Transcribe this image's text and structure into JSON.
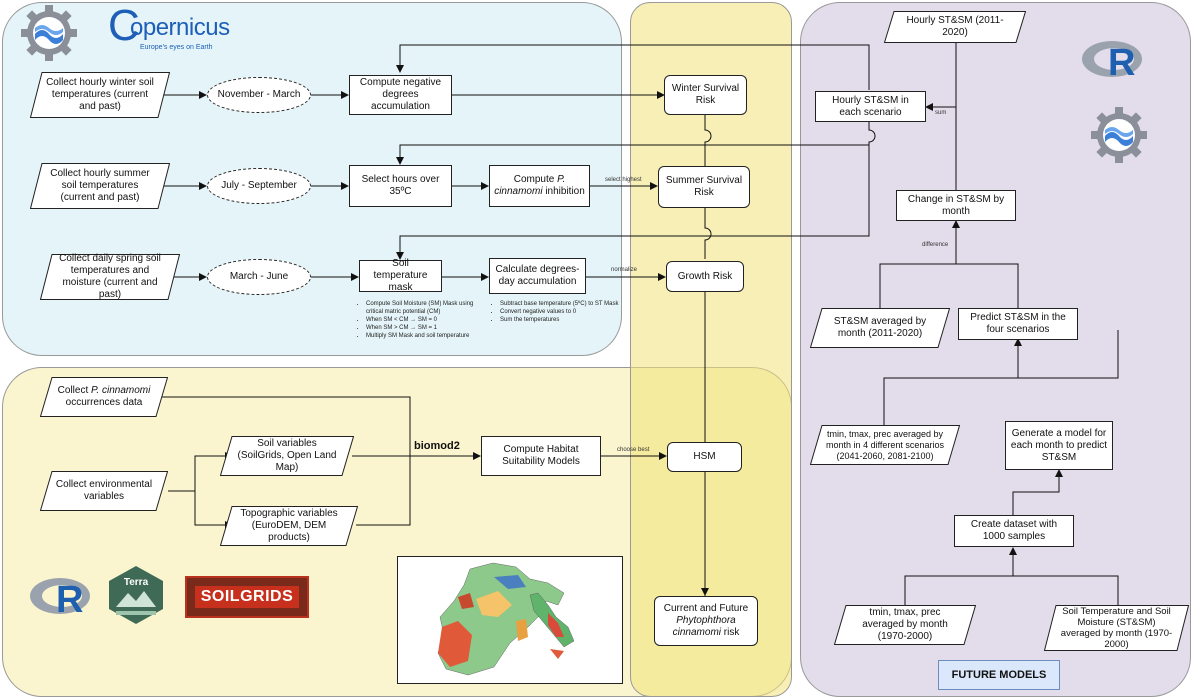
{
  "colors": {
    "panel_blue": "#e4f4f8",
    "panel_yellow": "#fbf5cf",
    "panel_yellow_strip": "#f5eb9c",
    "panel_purple": "#e3dcea",
    "future_box": "#dbe8fb"
  },
  "logos": {
    "copernicus_name": "opernicus",
    "copernicus_letter": "C",
    "copernicus_tagline": "Europe's eyes on Earth",
    "terra": "Terra",
    "soilgrids": "SOILGRIDS",
    "r_letter": "R"
  },
  "left_flow": {
    "winter_input": "Collect hourly winter soil temperatures (current and past)",
    "winter_period": "November - March",
    "winter_compute": "Compute negative degrees accumulation",
    "summer_input": "Collect hourly summer soil temperatures (current and past)",
    "summer_period": "July - September",
    "summer_select": "Select hours over 35ºC",
    "summer_compute_pre": "Compute ",
    "summer_compute_italic": "P. cinnamomi",
    "summer_compute_post": " inhibition",
    "spring_input": "Collect daily spring soil temperatures and moisture (current and past)",
    "spring_period": "March - June",
    "soil_mask": "Soil temperature mask",
    "mask_bullets": [
      "Compute Soil Moisture (SM) Mask using critical matric potential (CM)",
      "When SM < CM → SM = 0",
      "When SM > CM → SM = 1",
      "Multiply SM Mask and soil temperature"
    ],
    "degree_day": "Calculate degrees-day accumulation",
    "degree_bullets": [
      "Subtract base temperature (5ºC) to ST Mask",
      "Convert negative values to 0",
      "Sum the temperatures"
    ]
  },
  "risks": {
    "winter": "Winter Survival Risk",
    "summer": "Summer Survival Risk",
    "growth": "Growth Risk",
    "hsm": "HSM",
    "final_pre": "Current and Future",
    "final_italic": "Phytophthora cinnamomi",
    "final_post": "risk"
  },
  "edge_labels": {
    "select_highest": "select highest",
    "normalize": "normalize",
    "choose_best": "choose best",
    "sum": "sum",
    "difference": "difference",
    "biomod2": "biomod2"
  },
  "hsm_flow": {
    "occ_pre": "Collect ",
    "occ_italic": "P. cinnamomi",
    "occ_post": "occurrences data",
    "env": "Collect environmental variables",
    "soil_vars": "Soil variables (SoilGrids, Open Land Map)",
    "topo_vars": "Topographic variables (EuroDEM, DEM products)",
    "compute_hsm": "Compute Habitat Suitability Models"
  },
  "right_flow": {
    "hourly_top": "Hourly ST&SM (2011-2020)",
    "hourly_scenario": "Hourly  ST&SM in each scenario",
    "change": "Change in ST&SM by month",
    "averaged_2011": "ST&SM averaged by month (2011-2020)",
    "predict": "Predict ST&SM in the four scenarios",
    "tmin_future": "tmin, tmax, prec averaged by month in 4 different scenarios (2041-2060, 2081-2100)",
    "generate_model": "Generate a model for each month to predict ST&SM",
    "create_dataset": "Create dataset with 1000 samples",
    "tmin_past": "tmin, tmax, prec averaged by month (1970-2000)",
    "st_sm_past": "Soil Temperature and Soil Moisture (ST&SM) averaged by month (1970-2000)",
    "future_models": "FUTURE MODELS"
  }
}
